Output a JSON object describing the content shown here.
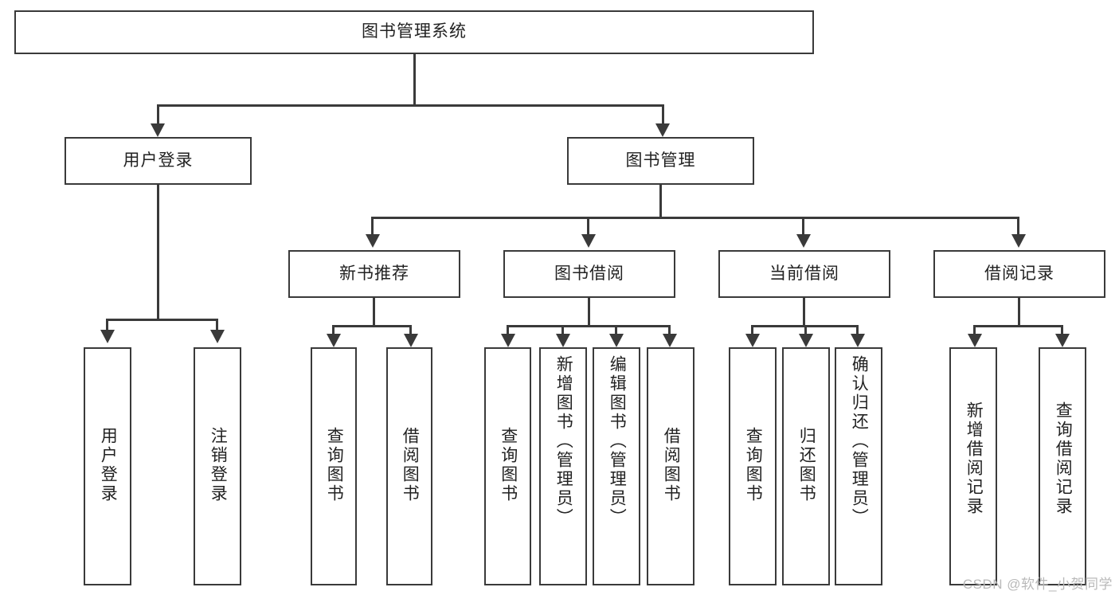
{
  "diagram": {
    "title": "图书管理系统",
    "type": "tree",
    "root": {
      "label": "图书管理系统",
      "children": [
        {
          "label": "用户登录",
          "children": [
            {
              "label": "用户登录"
            },
            {
              "label": "注销登录"
            }
          ]
        },
        {
          "label": "图书管理",
          "children": [
            {
              "label": "新书推荐",
              "children": [
                {
                  "label": "查询图书"
                },
                {
                  "label": "借阅图书"
                }
              ]
            },
            {
              "label": "图书借阅",
              "children": [
                {
                  "label": "查询图书"
                },
                {
                  "label": "新增图书（管理员）"
                },
                {
                  "label": "编辑图书（管理员）"
                },
                {
                  "label": "借阅图书"
                }
              ]
            },
            {
              "label": "当前借阅",
              "children": [
                {
                  "label": "查询图书"
                },
                {
                  "label": "归还图书"
                },
                {
                  "label": "确认归还（管理员）"
                }
              ]
            },
            {
              "label": "借阅记录",
              "children": [
                {
                  "label": "新增借阅记录"
                },
                {
                  "label": "查询借阅记录"
                }
              ]
            }
          ]
        }
      ]
    }
  },
  "nodes": {
    "root": "图书管理系统",
    "user_login": "用户登录",
    "book_manage": "图书管理",
    "new_book_rec": "新书推荐",
    "book_borrow": "图书借阅",
    "current_borrow": "当前借阅",
    "borrow_record": "借阅记录",
    "leaf_user_login": "用户登录",
    "leaf_logout": "注销登录",
    "leaf_query_book_1": "查询图书",
    "leaf_borrow_book_1": "借阅图书",
    "leaf_query_book_2": "查询图书",
    "leaf_add_book": "新增图书（管理员）",
    "leaf_edit_book": "编辑图书（管理员）",
    "leaf_borrow_book_2": "借阅图书",
    "leaf_query_book_3": "查询图书",
    "leaf_return_book": "归还图书",
    "leaf_confirm_return": "确认归还（管理员）",
    "leaf_add_record": "新增借阅记录",
    "leaf_query_record": "查询借阅记录"
  },
  "watermark": {
    "text": "CSDN @软件_小贺同学"
  },
  "colors": {
    "stroke": "#3a3a3a",
    "fill": "#ffffff",
    "text": "#222222",
    "watermark": "#b9b9b9"
  }
}
